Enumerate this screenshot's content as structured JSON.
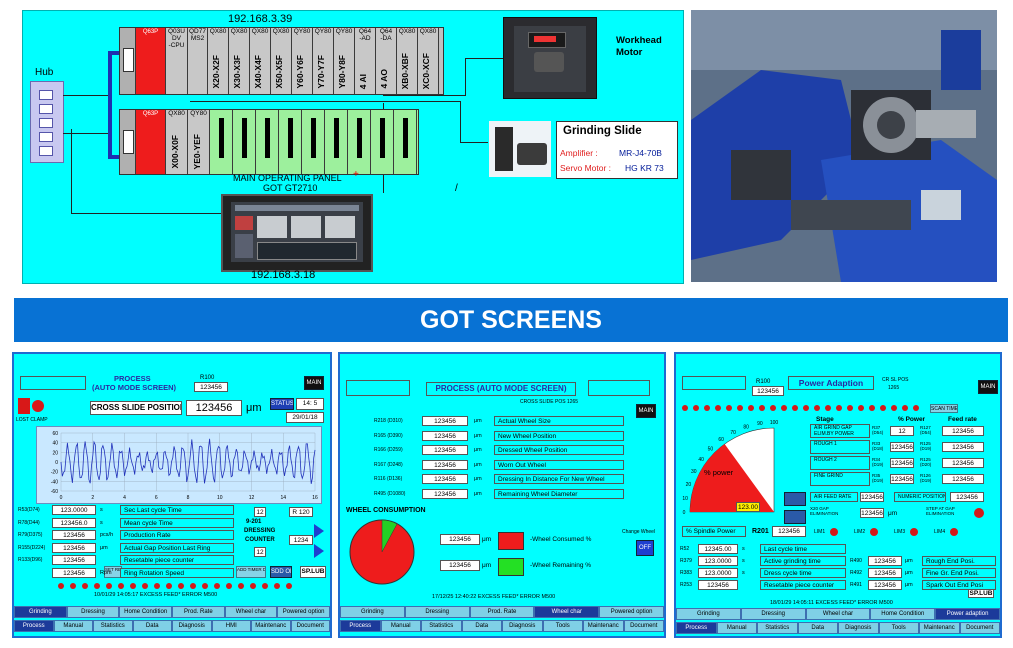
{
  "diagram": {
    "ip_top": "192.168.3.39",
    "ip_bottom": "192.168.3.18",
    "hub": "Hub",
    "rack1": {
      "cpu_label": "Q03UDV",
      "cpu_head": "Q03U",
      "cpu_sub1": "DV",
      "cpu_sub2": "-CPU",
      "power": "Q63P",
      "ms2_head": "QD77",
      "ms2_sub": "MS2",
      "modules": [
        {
          "head": "QX80",
          "vert": "X20-X2F"
        },
        {
          "head": "QX80",
          "vert": "X30-X3F"
        },
        {
          "head": "QX80",
          "vert": "X40-X4F"
        },
        {
          "head": "QX80",
          "vert": "X50-X5F"
        },
        {
          "head": "QY80",
          "vert": "Y60-Y6F"
        },
        {
          "head": "QY80",
          "vert": "Y70-Y7F"
        },
        {
          "head": "QY80",
          "vert": "Y80-Y8F"
        },
        {
          "head": "Q64",
          "sub": "-AD",
          "vert": "4 AI"
        },
        {
          "head": "Q64",
          "sub": "-DA",
          "vert": "4 AO"
        },
        {
          "head": "QX80",
          "vert": "XB0-XBF"
        },
        {
          "head": "QX80",
          "vert": "XC0-XCF"
        }
      ]
    },
    "rack2": {
      "power": "Q63P",
      "modules": [
        {
          "head": "QX80",
          "vert": "X00-X0F"
        },
        {
          "head": "QY80",
          "vert": "YE0-YEF"
        }
      ]
    },
    "panel_label_1": "MAIN OPERATING PANEL",
    "panel_label_2": "GOT GT2710",
    "panel_mark": "+",
    "slash_mark": "/",
    "workhead_1": "Workhead",
    "workhead_2": "Motor",
    "grinding_slide": {
      "title": "Grinding Slide",
      "amp_label": "Amplifier :",
      "amp_value": "MR-J4-70B",
      "servo_label": "Servo Motor :",
      "servo_value": "HG KR 73"
    }
  },
  "banner": "GOT SCREENS",
  "screen1": {
    "title1": "PROCESS",
    "title2": "(AUTO MODE SCREEN)",
    "r_label": "R100",
    "r_value": "123456",
    "main": "MAIN",
    "lost_clamp": "LOST CLAMP",
    "cross_slide": "CROSS SLIDE POSITION",
    "cross_value": "123456",
    "cross_unit": "μm",
    "status_btn": "STATUS",
    "time": "14: 5",
    "date": "29/01/18",
    "y_ticks": [
      "60",
      "40",
      "20",
      "0",
      "-20",
      "-40",
      "-60"
    ],
    "x_ticks": [
      "0",
      "2",
      "4",
      "6",
      "8",
      "10",
      "12",
      "14",
      "16"
    ],
    "rows": [
      {
        "reg": "R53(D74)",
        "val": "123.0000",
        "unit": "s",
        "label": "Sec Last cycle Time"
      },
      {
        "reg": "R78(D44)",
        "val": "123456.0",
        "unit": "s",
        "label": "Mean  cycle Time"
      },
      {
        "reg": "R79(D375)",
        "val": "123456",
        "unit": "pcs/h",
        "label": "Production Rate"
      },
      {
        "reg": "R155(D224)",
        "val": "123456",
        "unit": "μm",
        "label": "Actual Gap Position Last Ring"
      },
      {
        "reg": "R133(D96)",
        "val": "123456",
        "unit": "",
        "label": "Resetable piece counter"
      },
      {
        "reg": "",
        "val": "123456",
        "unit": "Rpm",
        "label": "Ring Rotation Speed"
      }
    ],
    "reset_btn": "SET RESET",
    "box12": "12",
    "dress_1": "9-201",
    "dress_2": "DRESSING",
    "dress_3": "COUNTER",
    "r120": "R 120",
    "val1234": "1234",
    "add_timer": "ADD TIMER DRESS NO",
    "sdd": "SDD ON",
    "splub": "SP.LUB",
    "alarm": "10/01/29 14:05:17     EXCESS FEED* ERROR M500",
    "tabs_top": [
      "Grinding",
      "Dressing",
      "Home Condition",
      "Prod. Rate",
      "Wheel char",
      "Powered option"
    ],
    "tabs_bottom": [
      "Process",
      "Manual",
      "Statistics",
      "Data",
      "Diagnosis",
      "HMI",
      "Maintenanc",
      "Document"
    ]
  },
  "screen2": {
    "title": "PROCESS (AUTO MODE SCREEN)",
    "cross_slide_pos": "CROSS SLIDE POS    1265",
    "main": "MAIN",
    "rows": [
      {
        "reg": "R218 (D310)",
        "val": "123456",
        "unit": "μm",
        "label": "Actual Wheel Size"
      },
      {
        "reg": "R165 (D390)",
        "val": "123456",
        "unit": "μm",
        "label": "New Wheel Position"
      },
      {
        "reg": "R166 (D259)",
        "val": "123456",
        "unit": "μm",
        "label": "Dressed Wheel Position"
      },
      {
        "reg": "R167 (D248)",
        "val": "123456",
        "unit": "μm",
        "label": "Worn Out Wheel"
      },
      {
        "reg": "R116 (D136)",
        "val": "123456",
        "unit": "μm",
        "label": "Dressing In Distance For New Wheel"
      },
      {
        "reg": "R495 (D1080)",
        "val": "123456",
        "unit": "μm",
        "label": "Remaining Wheel Diameter"
      }
    ],
    "wheel_consumption": "WHEEL CONSUMPTION",
    "consumed_val": "123456",
    "consumed_unit": "μm",
    "consumed_label": "-Wheel Consumed %",
    "remaining_val": "123456",
    "remaining_unit": "μm",
    "remaining_label": "-Wheel Remaining %",
    "change_wheel": "Change Wheel",
    "off": "OFF",
    "alarm": "17/12/25 12:40:22     EXCESS FEED* ERROR M500",
    "tabs_top": [
      "Grinding",
      "Dressing",
      "Prod. Rate",
      "Wheel char",
      "Powered option"
    ],
    "tabs_bottom": [
      "Process",
      "Manual",
      "Statistics",
      "Data",
      "Diagnosis",
      "Tools",
      "Maintenanc",
      "Document"
    ]
  },
  "screen3": {
    "r_label": "R100",
    "r_value": "123456",
    "title": "Power Adaption",
    "cr_sl": "CR SL POS",
    "cr_val": "1265",
    "main": "MAIN",
    "scan_time": "SCAN TIME",
    "gauge_ticks": [
      "0",
      "10",
      "20",
      "30",
      "40",
      "50",
      "60",
      "70",
      "80",
      "90",
      "100"
    ],
    "gauge_label": "% power",
    "gauge_value": "123.00",
    "power_percent": 60,
    "stage_head": "Stage",
    "power_head": "% Power",
    "feed_head": "Feed rate",
    "stages": [
      {
        "name": "AIR GRIND GAP ELIM.BY POWER",
        "reg": "R37 (D54)",
        "power": "12",
        "reg2": "R127 (D54)",
        "feed": "123456"
      },
      {
        "name": "ROUGH 1",
        "reg": "R33 (D18)",
        "power": "123456",
        "reg2": "R125 (D19)",
        "feed": "123456"
      },
      {
        "name": "ROUGH 2",
        "reg": "R34 (D19)",
        "power": "123456",
        "reg2": "R125 (D20)",
        "feed": "123456"
      },
      {
        "name": "FINE GRIND",
        "reg": "R35 (D19)",
        "power": "123456",
        "reg2": "R126 (D19)",
        "feed": "123456"
      }
    ],
    "air_feed": "AIR FEED RATE",
    "air_feed_val": "123456",
    "numeric_pos": "NUMERIC POSITION",
    "numeric_val": "123456",
    "gap_elim": "X20 GAP ELIMINATION",
    "gap_val": "123456",
    "gap_unit": "μm",
    "step_gap": "STEP AT GAP ELIMINATION",
    "spindle": "% Spindle Power",
    "r201": "R201",
    "r201_val": "123456",
    "markers": [
      "LIM1",
      "LIM2",
      "LIM3",
      "LIM4"
    ],
    "rows_left": [
      {
        "reg": "R52",
        "val": "12345.00",
        "unit": "s",
        "label": "Last cycle time"
      },
      {
        "reg": "R379",
        "val": "123.0000",
        "unit": "s",
        "label": "Active grinding time"
      },
      {
        "reg": "R383",
        "val": "123.0000",
        "unit": "s",
        "label": "Dress cycle time"
      },
      {
        "reg": "R253",
        "val": "123456",
        "unit": "",
        "label": "Resetable piece counter"
      }
    ],
    "rows_right": [
      {
        "reg": "R490",
        "val": "123456",
        "unit": "μm",
        "label": "Rough End Posi."
      },
      {
        "reg": "R492",
        "val": "123456",
        "unit": "μm",
        "label": "Fine Gr. End Posi."
      },
      {
        "reg": "R491",
        "val": "123456",
        "unit": "μm",
        "label": "Spark Out End Posi"
      }
    ],
    "splub": "SP.LUB",
    "alarm": "18/01/29 14:05:11     EXCESS FEED* ERROR M500",
    "tabs_top": [
      "Grinding",
      "Dressing",
      "Wheel char",
      "Home Condition",
      "Power adaption"
    ],
    "tabs_bottom": [
      "Process",
      "Manual",
      "Statistics",
      "Data",
      "Diagnosis",
      "Tools",
      "Maintenanc",
      "Document"
    ]
  }
}
